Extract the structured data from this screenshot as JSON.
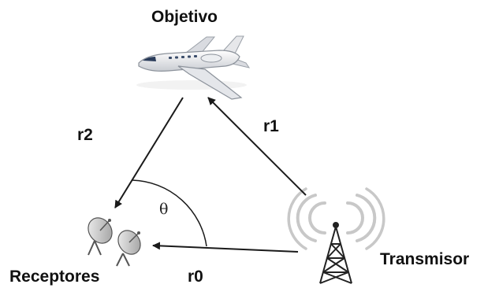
{
  "labels": {
    "target": "Objetivo",
    "receivers": "Receptores",
    "transmitter": "Transmisor",
    "r1": "r1",
    "r2": "r2",
    "r0": "r0",
    "angle": "θ"
  },
  "colors": {
    "arrow": "#1a1a1a",
    "text": "#111111",
    "plane_body": "#f2f2f2",
    "plane_window": "#2a3c5a",
    "wave": "#c8c8c8"
  },
  "icons": {
    "target": "airplane-icon",
    "receivers": "satellite-dish-icon",
    "transmitter": "radio-tower-icon"
  }
}
